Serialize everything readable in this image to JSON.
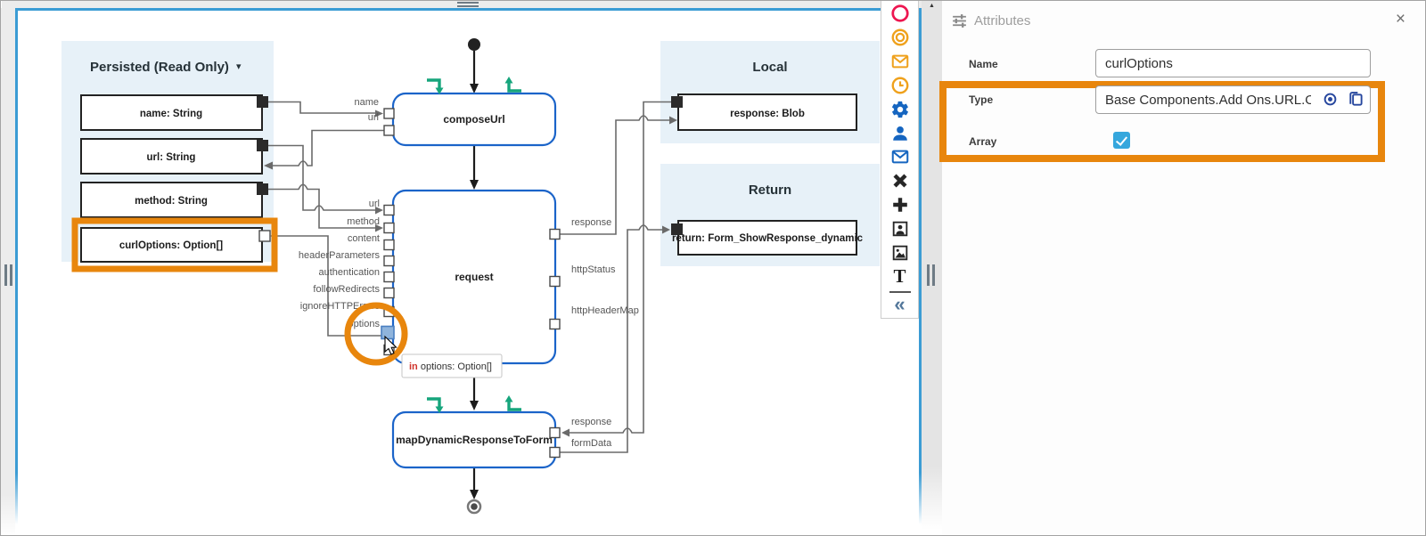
{
  "canvas": {
    "persisted": {
      "title": "Persisted (Read Only)",
      "caret": "▾",
      "items": [
        "name: String",
        "url: String",
        "method: String",
        "curlOptions: Option[]"
      ]
    },
    "local": {
      "title": "Local",
      "items": [
        "response: Blob"
      ]
    },
    "return_panel": {
      "title": "Return",
      "items": [
        "return: Form_ShowResponse_dynamic"
      ]
    },
    "nodes": [
      {
        "label": "composeUrl"
      },
      {
        "label": "request"
      },
      {
        "label": "mapDynamicResponseToForm"
      }
    ],
    "compose_inputs": [
      "name",
      "url"
    ],
    "request_inputs": [
      "url",
      "method",
      "content",
      "headerParameters",
      "authentication",
      "followRedirects",
      "ignoreHTTPErrors",
      "options"
    ],
    "request_outputs": [
      "response",
      "httpStatus",
      "httpHeaderMap"
    ],
    "map_ports": [
      "response",
      "formData"
    ],
    "tooltip": {
      "direction": "in",
      "text": " options: Option[]"
    }
  },
  "toolbar": {
    "icons": [
      "record-circle",
      "status-circle",
      "mail-orange",
      "clock",
      "settings-gear",
      "user",
      "mail-blue",
      "close-x",
      "add-plus",
      "portrait-image",
      "photo-image",
      "text-tool",
      "collapse-panel"
    ],
    "text_glyph": "T",
    "collapse_glyph": "«",
    "scroll_up_glyph": "▲"
  },
  "attributes": {
    "title": "Attributes",
    "close": "×",
    "fields": {
      "name": {
        "label": "Name",
        "value": "curlOptions"
      },
      "type": {
        "label": "Type",
        "value": "Base Components.Add Ons.URL.Option"
      },
      "array": {
        "label": "Array",
        "checked": true
      }
    }
  },
  "colors": {
    "highlight": "#E8860D",
    "nodeblue": "#1B64C9",
    "panelbg": "#E7F1F8",
    "wire": "#6A6A6A",
    "flow": "#1C1C1C",
    "green": "#16A57C",
    "tbred": "#ED1650",
    "tborange": "#EFA11C",
    "tbblue": "#1565C0",
    "tbblack": "#262626",
    "tbslate": "#54789B",
    "checkblue": "#35A7DD",
    "splitblue": "#3B9CD4",
    "iconnavy": "#27479E",
    "portfill": "#8FB4DC",
    "portborder": "#4A7FC1",
    "tooltipred": "#D0342C"
  }
}
